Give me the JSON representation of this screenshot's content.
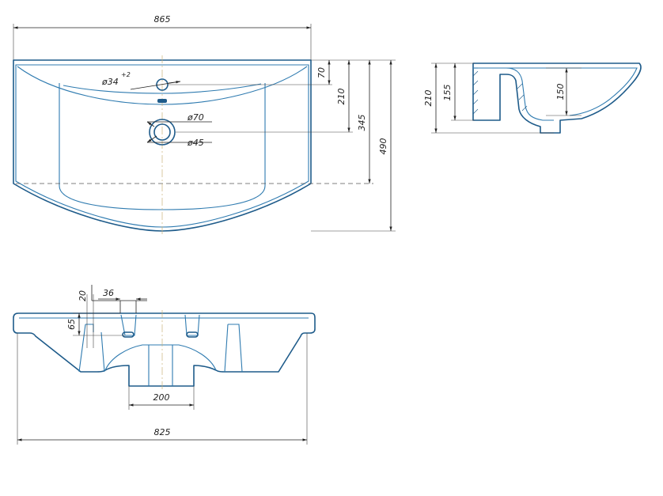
{
  "colors": {
    "outline": "#1e5b8a",
    "inner": "#2f7bb0",
    "dimension": "#222222",
    "centerline": "#c8b27a"
  },
  "top_view": {
    "width": "865",
    "tap_hole": "34",
    "tap_hole_tolerance": "+2",
    "drain_outer": "70",
    "drain_inner": "45",
    "dim_70": "70",
    "dim_210": "210",
    "dim_345": "345",
    "dim_490": "490"
  },
  "side_section": {
    "dim_210": "210",
    "dim_155": "155",
    "dim_150": "150"
  },
  "front_view": {
    "dim_20": "20",
    "dim_36": "36",
    "dim_65": "65",
    "dim_200": "200",
    "dim_825": "825"
  }
}
